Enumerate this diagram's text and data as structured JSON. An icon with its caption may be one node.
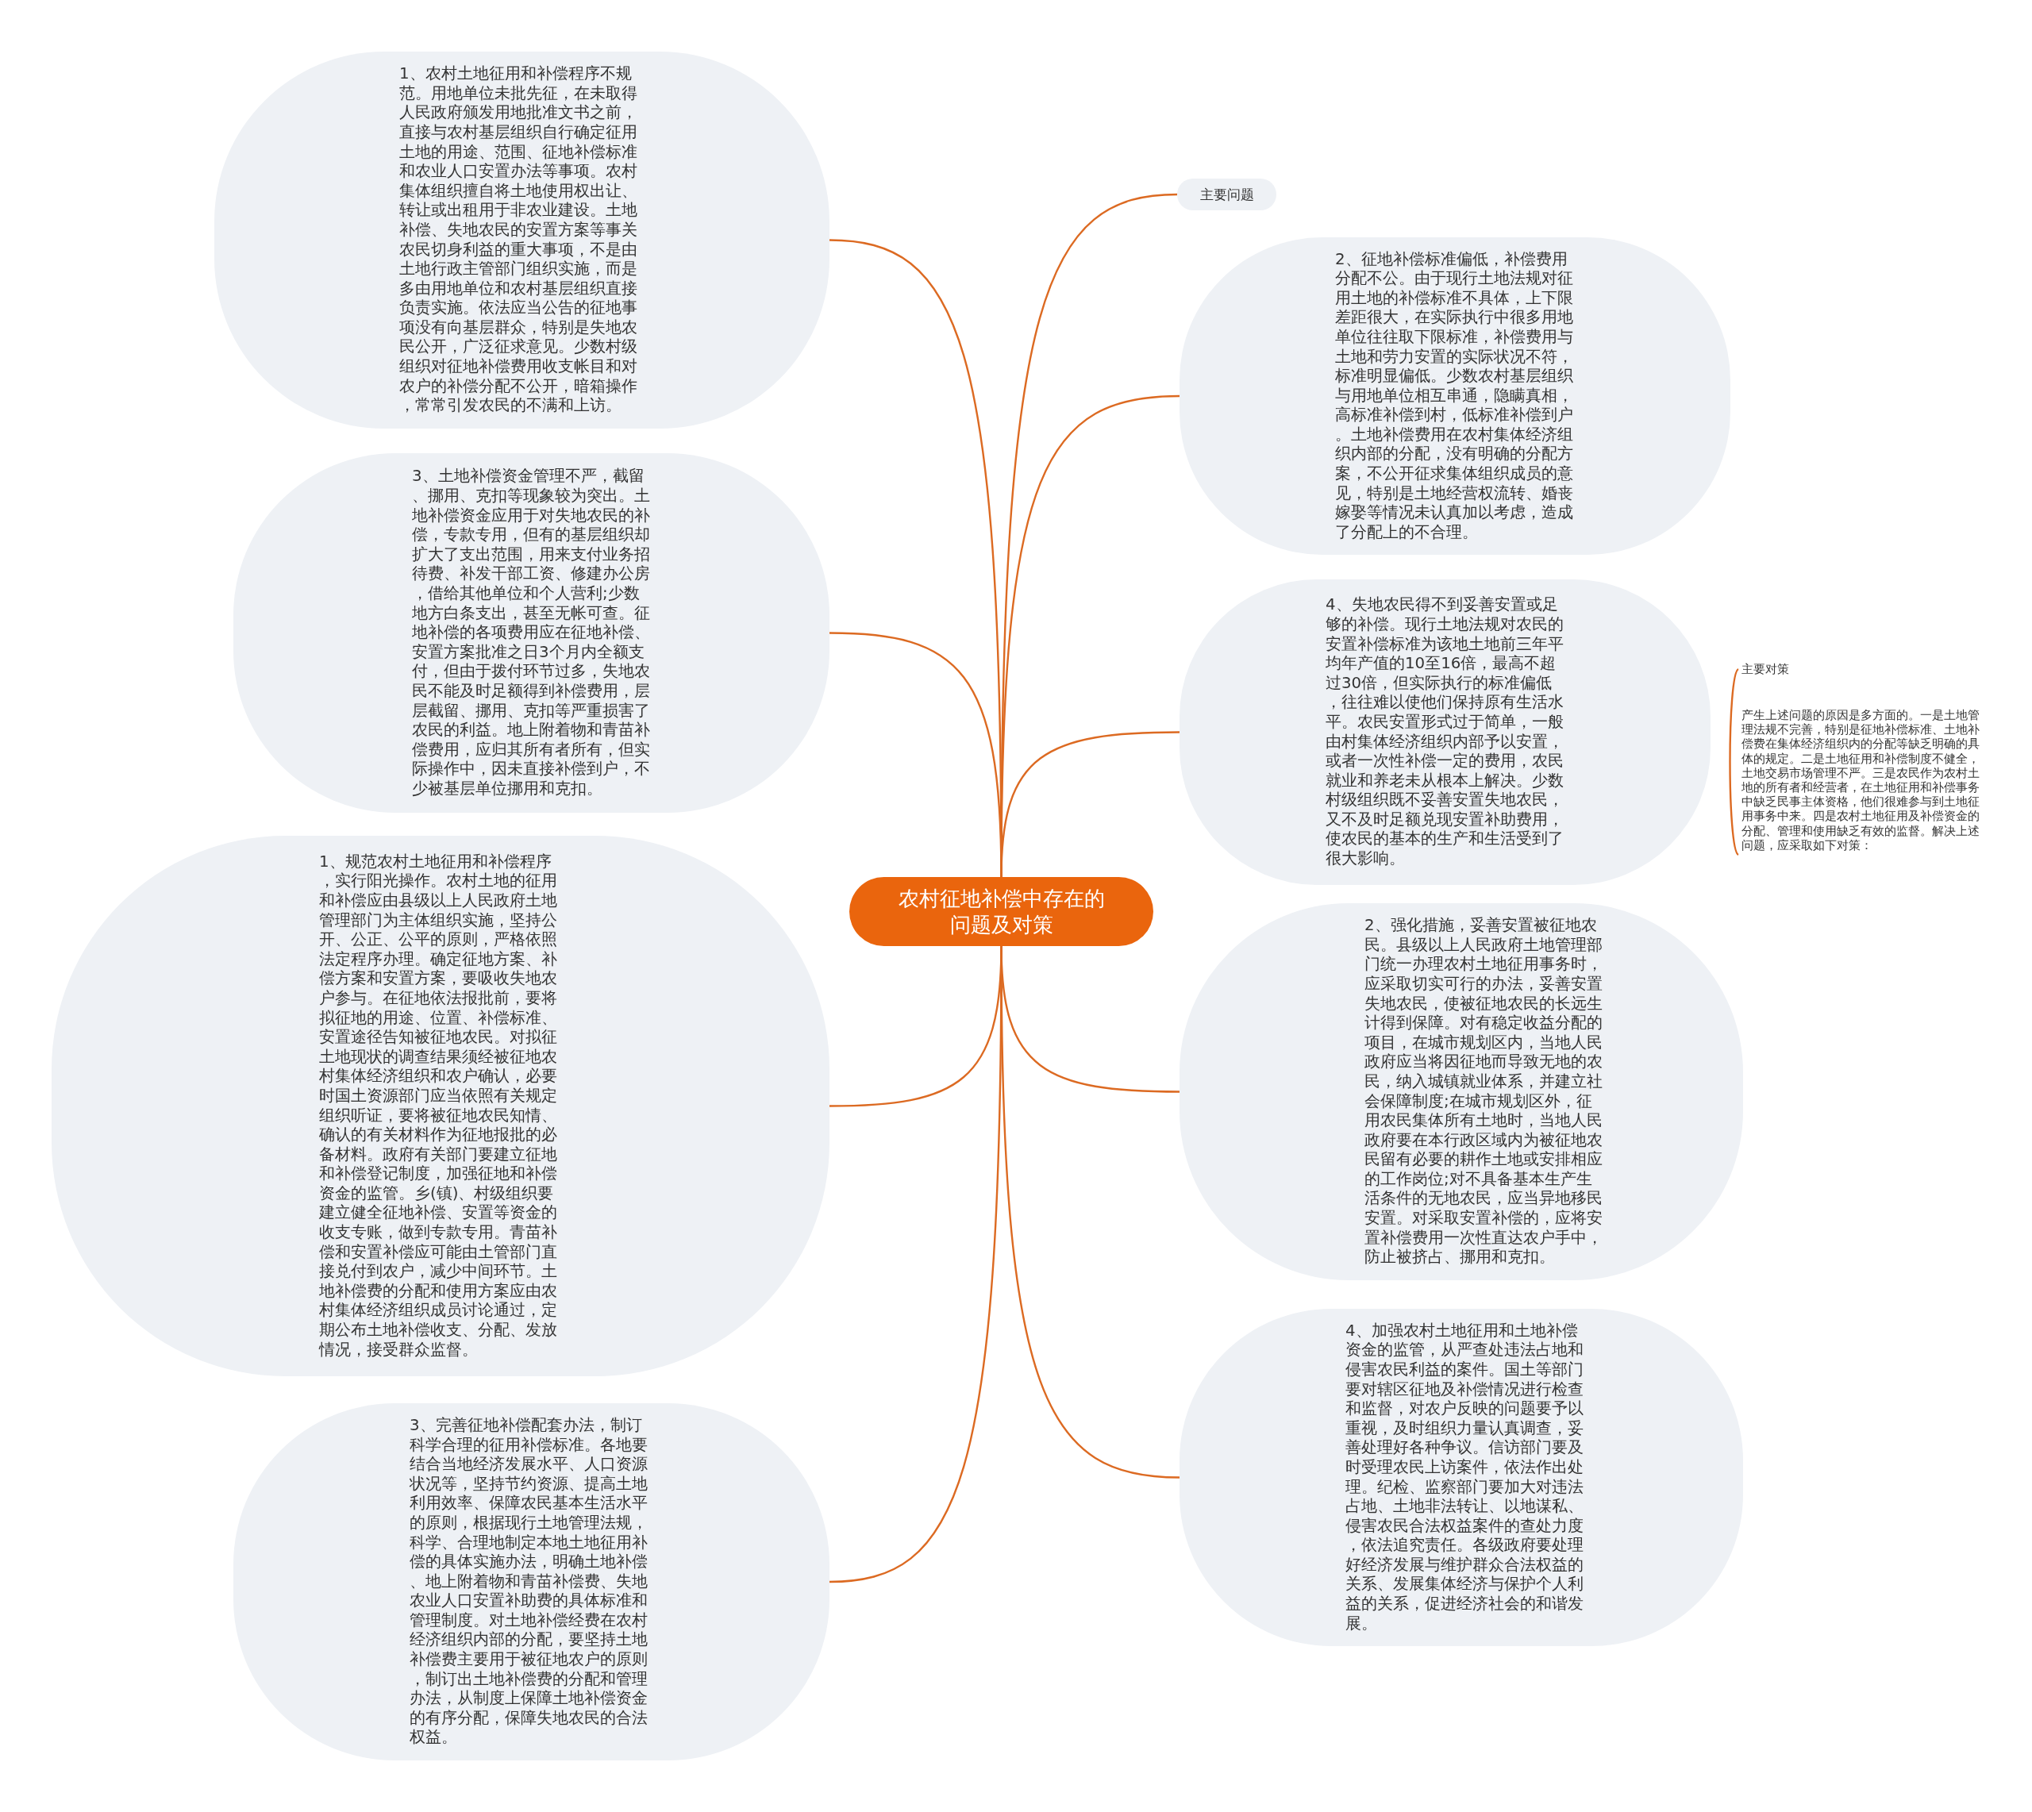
{
  "diagram": {
    "nodes": [
      {
        "text": [
          "农村征地补偿中存在的问题及对策"
        ]
      },
      {
        "text": [
          "主要问题"
        ]
      },
      {
        "text": [
          "1、农村土地征用和补偿程序不规范。用地单位未批先征，在未取得人民政府颁发用地批准文书之前，直接与农村基层组织自行确定征用土地的用途、范围、征地补偿标准和农业人口安置办法等事项。农村集体组织擅自将土地使用权出让、转让或出租用于非农业建设。土地补偿、失地农民的安置方案等事关农民切身利益的重大事项，不是由土地行政主管部门组织实施，而是多由用地单位和农村基层组织直接负责实施。依法应当公告的征地事项没有向基层群众，特别是失地农民公开，广泛征求意见。少数村级组织对征地补偿费用收支帐目和对农户的补偿分配不公开，暗箱操作，常常引发农民的不满和上访。"
        ]
      },
      {
        "text": [
          "2、征地补偿标准偏低，补偿费用分配不公。由于现行土地法规对征用土地的补偿标准不具体，上下限差距很大，在实际执行中很多用地单位往往取下限标准，补偿费用与土地和劳力安置的实际状况不符，标准明显偏低。少数农村基层组织与用地单位相互串通，隐瞒真相，高标准补偿到村，低标准补偿到户。土地补偿费用在农村集体经济组织内部的分配，没有明确的分配方案，不公开征求集体组织成员的意见，特别是土地经营权流转、婚丧嫁娶等情况未认真加以考虑，造成了分配上的不合理。"
        ]
      },
      {
        "text": [
          "3、土地补偿资金管理不严，截留、挪用、克扣等现象较为突出。土地补偿资金应用于对失地农民的补偿，专款专用，但有的基层组织却扩大了支出范围，用来支付业务招待费、补发干部工资、修建办公房，借给其他单位和个人营利;少数地方白条支出，甚至无帐可查。征地补偿的各项费用应在征地补偿、安置方案批准之日3个月内全额支付，但由于拨付环节过多，失地农民不能及时足额得到补偿费用，层层截留、挪用、克扣等严重损害了农民的利益。地上附着物和青苗补偿费用，应归其所有者所有，但实际操作中，因未直接补偿到户，不少被基层单位挪用和克扣。"
        ]
      },
      {
        "text": [
          "4、失地农民得不到妥善安置或足够的补偿。现行土地法规对农民的安置补偿标准为该地土地前三年平均年产值的10至16倍，最高不超过30倍，但实际执行的标准偏低，往往难以使他们保持原有生活水平。农民安置形式过于简单，一般由村集体经济组织内部予以安置，或者一次性补偿一定的费用，农民就业和养老未从根本上解决。少数村级组织既不妥善安置失地农民，又不及时足额兑现安置补助费用，使农民的基本的生产和生活受到了很大影响。"
        ]
      },
      {
        "text": [
          "主要对策"
        ]
      },
      {
        "text": [
          "产生上述问题的原因是多方面的。一是土地管理法规不完善，特别是征地补偿标准、土地补偿费在集体经济组织内的分配等缺乏明确的具体的规定。二是土地征用和补偿制度不健全，土地交易市场管理不严。三是农民作为农村土地的所有者和经营者，在土地征用和补偿事务中缺乏民事主体资格，他们很难参与到土地征用事务中来。四是农村土地征用及补偿资金的分配、管理和使用缺乏有效的监督。解决上述问题，应采取如下对策："
        ]
      },
      {
        "text": [
          "1、规范农村土地征用和补偿程序，实行阳光操作。农村土地的征用和补偿应由县级以上人民政府土地管理部门为主体组织实施，坚持公开、公正、公平的原则，严格依照法定程序办理。确定征地方案、补偿方案和安置方案，要吸收失地农户参与。在征地依法报批前，要将拟征地的用途、位置、补偿标准、安置途径告知被征地农民。对拟征土地现状的调查结果须经被征地农村集体经济组织和农户确认，必要时国土资源部门应当依照有关规定组织听证，要将被征地农民知情、确认的有关材料作为征地报批的必备材料。政府有关部门要建立征地和补偿登记制度，加强征地和补偿资金的监管。乡(镇)、村级组织要建立健全征地补偿、安置等资金的收支专账，做到专款专用。青苗补偿和安置补偿应可能由土管部门直接兑付到农户，减少中间环节。土地补偿费的分配和使用方案应由农村集体经济组织成员讨论通过，定期公布土地补偿收支、分配、发放情况，接受群众监督。"
        ]
      },
      {
        "text": [
          "2、强化措施，妥善安置被征地农民。县级以上人民政府土地管理部门统一办理农村土地征用事务时，应采取切实可行的办法，妥善安置失地农民，使被征地农民的长远生计得到保障。对有稳定收益分配的项目，在城市规划区内，当地人民政府应当将因征地而导致无地的农民，纳入城镇就业体系，并建立社会保障制度;在城市规划区外，征用农民集体所有土地时，当地人民政府要在本行政区域内为被征地农民留有必要的耕作土地或安排相应的工作岗位;对不具备基本生产生活条件的无地农民，应当异地移民安置。对采取安置补偿的，应将安置补偿费用一次性直达农户手中，防止被挤占、挪用和克扣。"
        ]
      },
      {
        "text": [
          "3、完善征地补偿配套办法，制订科学合理的征用补偿标准。各地要结合当地经济发展水平、人口资源状况等，坚持节约资源、提高土地利用效率、保障农民基本生活水平的原则，根据现行土地管理法规，科学、合理地制定本地土地征用补偿的具体实施办法，明确土地补偿、地上附着物和青苗补偿费、失地农业人口安置补助费的具体标准和管理制度。对土地补偿经费在农村经济组织内部的分配，要坚持土地补偿费主要用于被征地农户的原则，制订出土地补偿费的分配和管理办法，从制度上保障土地补偿资金的有序分配，保障失地农民的合法权益。"
        ]
      },
      {
        "text": [
          "4、加强农村土地征用和土地补偿资金的监管，从严查处违法占地和侵害农民利益的案件。国土等部门要对辖区征地及补偿情况进行检查和监督，对农户反映的问题要予以重视，及时组织力量认真调查，妥善处理好各种争议。信访部门要及时受理农民上访案件，依法作出处理。纪检、监察部门要加大对违法占地、土地非法转让、以地谋私、侵害农民合法权益案件的查处力度，依法追究责任。各级政府要处理好经济发展与维护群众合法权益的关系、发展集体经济与保护个人利益的关系，促进经济社会的和谐发展。"
        ]
      }
    ],
    "edges": [
      {
        "from": 0,
        "to": 1,
        "arrow": "none"
      },
      {
        "from": 0,
        "to": 2,
        "arrow": "none"
      },
      {
        "from": 0,
        "to": 3,
        "arrow": "none"
      },
      {
        "from": 0,
        "to": 4,
        "arrow": "none"
      },
      {
        "from": 0,
        "to": 5,
        "arrow": "none"
      },
      {
        "from": 6,
        "to": 7,
        "arrow": "none"
      },
      {
        "from": 0,
        "to": 8,
        "arrow": "none"
      },
      {
        "from": 0,
        "to": 9,
        "arrow": "none"
      },
      {
        "from": 0,
        "to": 10,
        "arrow": "none"
      },
      {
        "from": 0,
        "to": 11,
        "arrow": "none"
      }
    ]
  }
}
